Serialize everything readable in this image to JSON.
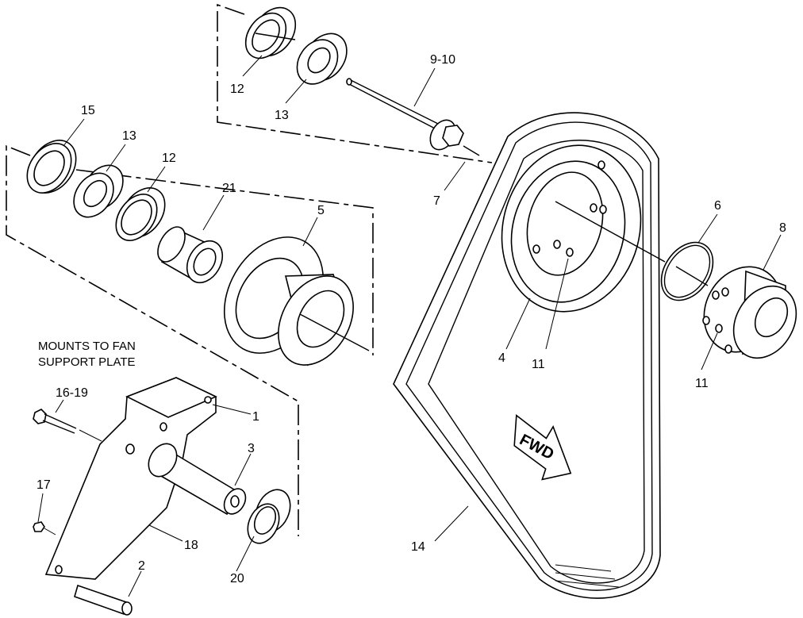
{
  "note": {
    "line1": "MOUNTS TO FAN",
    "line2": "SUPPORT PLATE"
  },
  "direction_arrow": "FWD",
  "callouts": {
    "c12_top": "12",
    "c13_top": "13",
    "c9_10": "9-10",
    "c7": "7",
    "c15": "15",
    "c13_left": "13",
    "c12_left": "12",
    "c21": "21",
    "c5": "5",
    "c6": "6",
    "c8": "8",
    "c4": "4",
    "c11_mid": "11",
    "c11_right": "11",
    "c16_19": "16-19",
    "c1": "1",
    "c3": "3",
    "c17": "17",
    "c18": "18",
    "c20": "20",
    "c2": "2",
    "c14": "14"
  }
}
